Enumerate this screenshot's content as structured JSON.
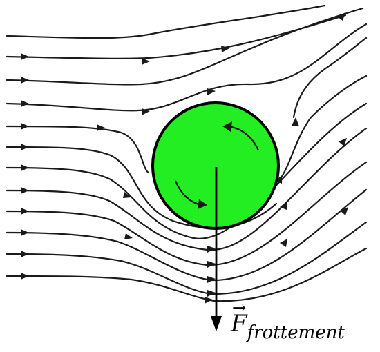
{
  "force": {
    "vector_mark": "→",
    "symbol": "F",
    "subscript": "frottement"
  },
  "colors": {
    "ball": "#22ee22",
    "ball_outline": "#000000",
    "lines": "#1a1a1a"
  },
  "icons": {
    "rotation": "counter-clockwise-rotation-arrows",
    "force": "downward-force-arrow",
    "flow": "rightward-flow-arrows"
  }
}
